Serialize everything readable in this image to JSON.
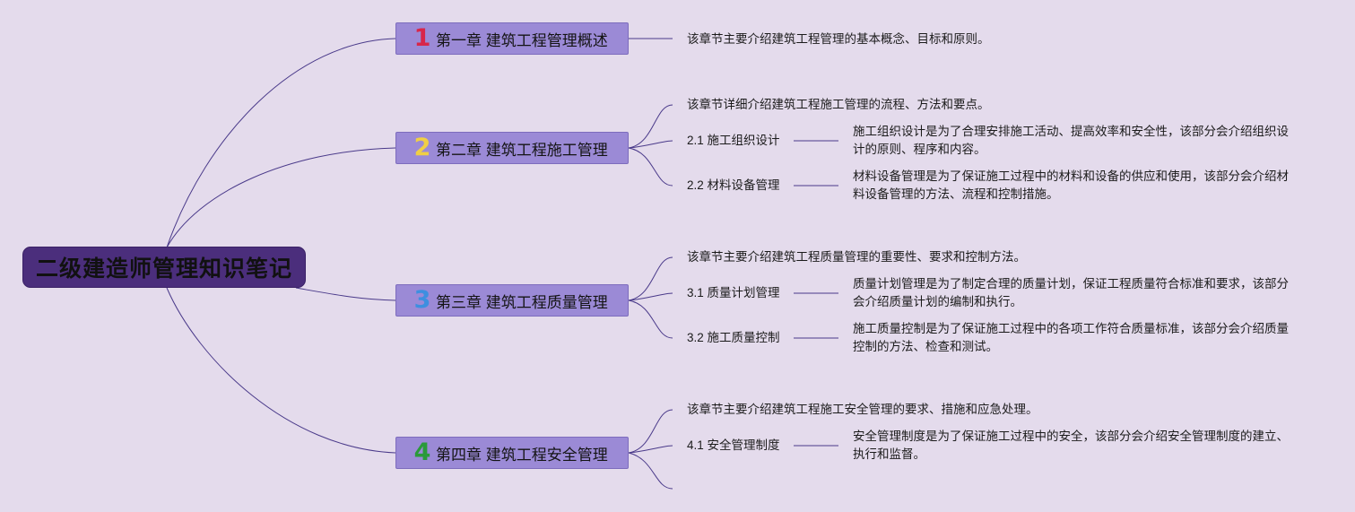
{
  "title": "二级建造师管理知识笔记",
  "colors": {
    "background": "#e4dbec",
    "root_fill": "#4b2e7c",
    "chapter_fill": "#9b8ad6",
    "line": "#4a3a8a"
  },
  "chapters": [
    {
      "number": "1",
      "number_color": "#d8264a",
      "label": "第一章 建筑工程管理概述",
      "summary": "该章节主要介绍建筑工程管理的基本概念、目标和原则。",
      "sections": []
    },
    {
      "number": "2",
      "number_color": "#f0cf45",
      "label": "第二章 建筑工程施工管理",
      "summary": "该章节详细介绍建筑工程施工管理的流程、方法和要点。",
      "sections": [
        {
          "label": "2.1 施工组织设计",
          "detail": "施工组织设计是为了合理安排施工活动、提高效率和安全性，该部分会介绍组织设计的原则、程序和内容。"
        },
        {
          "label": "2.2 材料设备管理",
          "detail": "材料设备管理是为了保证施工过程中的材料和设备的供应和使用，该部分会介绍材料设备管理的方法、流程和控制措施。"
        }
      ]
    },
    {
      "number": "3",
      "number_color": "#3d8fe0",
      "label": "第三章 建筑工程质量管理",
      "summary": "该章节主要介绍建筑工程质量管理的重要性、要求和控制方法。",
      "sections": [
        {
          "label": "3.1 质量计划管理",
          "detail": "质量计划管理是为了制定合理的质量计划，保证工程质量符合标准和要求，该部分会介绍质量计划的编制和执行。"
        },
        {
          "label": "3.2 施工质量控制",
          "detail": "施工质量控制是为了保证施工过程中的各项工作符合质量标准，该部分会介绍质量控制的方法、检查和测试。"
        }
      ]
    },
    {
      "number": "4",
      "number_color": "#2a9a3a",
      "label": "第四章 建筑工程安全管理",
      "summary": "该章节主要介绍建筑工程施工安全管理的要求、措施和应急处理。",
      "sections": [
        {
          "label": "4.1 安全管理制度",
          "detail": "安全管理制度是为了保证施工过程中的安全，该部分会介绍安全管理制度的建立、执行和监督。"
        }
      ]
    }
  ]
}
